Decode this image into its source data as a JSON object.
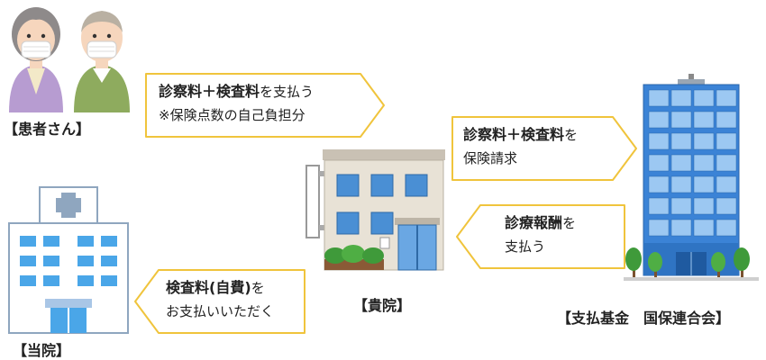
{
  "patients": {
    "label": "【患者さん】"
  },
  "arrow_pay": {
    "bold": "診察料＋検査料",
    "suffix": "を支払う",
    "note": "※保険点数の自己負担分"
  },
  "arrow_claim": {
    "bold": "診察料＋検査料",
    "suffix": "を",
    "line2": "保険請求"
  },
  "arrow_fee": {
    "bold": "診療報酬",
    "suffix": "を",
    "line2": "支払う"
  },
  "arrow_self": {
    "bold": "検査料(自費)",
    "suffix": "を",
    "line2": "お支払いいただく"
  },
  "clinic_label": "【貴院】",
  "fund_label": "【支払基金　国保連合会】",
  "our_hospital_label": "【当院】",
  "colors": {
    "arrow_border": "#f0c43c",
    "building_blue": "#4a8fd4",
    "fund_blue": "#3b83d6",
    "tree_green": "#3f9a3a"
  }
}
